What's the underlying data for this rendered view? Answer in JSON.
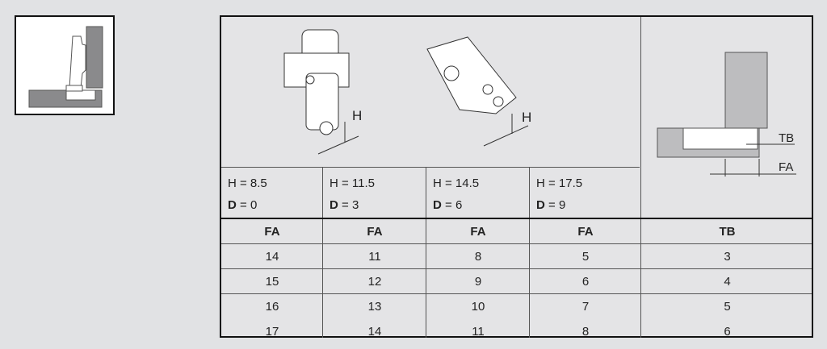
{
  "diagram_labels": {
    "h1": "H",
    "h2": "H",
    "tb": "TB",
    "fa": "FA"
  },
  "variants": [
    {
      "h": "H = 8.5",
      "d_label": "D",
      "d_value": " = 0"
    },
    {
      "h": "H = 11.5",
      "d_label": "D",
      "d_value": " = 3"
    },
    {
      "h": "H = 14.5",
      "d_label": "D",
      "d_value": " = 6"
    },
    {
      "h": "H = 17.5",
      "d_label": "D",
      "d_value": " = 9"
    }
  ],
  "table": {
    "headers": [
      "FA",
      "FA",
      "FA",
      "FA",
      "TB"
    ],
    "rows": [
      [
        "14",
        "11",
        "8",
        "5",
        "3"
      ],
      [
        "15",
        "12",
        "9",
        "6",
        "4"
      ],
      [
        "16",
        "13",
        "10",
        "7",
        "5"
      ],
      [
        "17",
        "14",
        "11",
        "8",
        "6"
      ]
    ]
  }
}
